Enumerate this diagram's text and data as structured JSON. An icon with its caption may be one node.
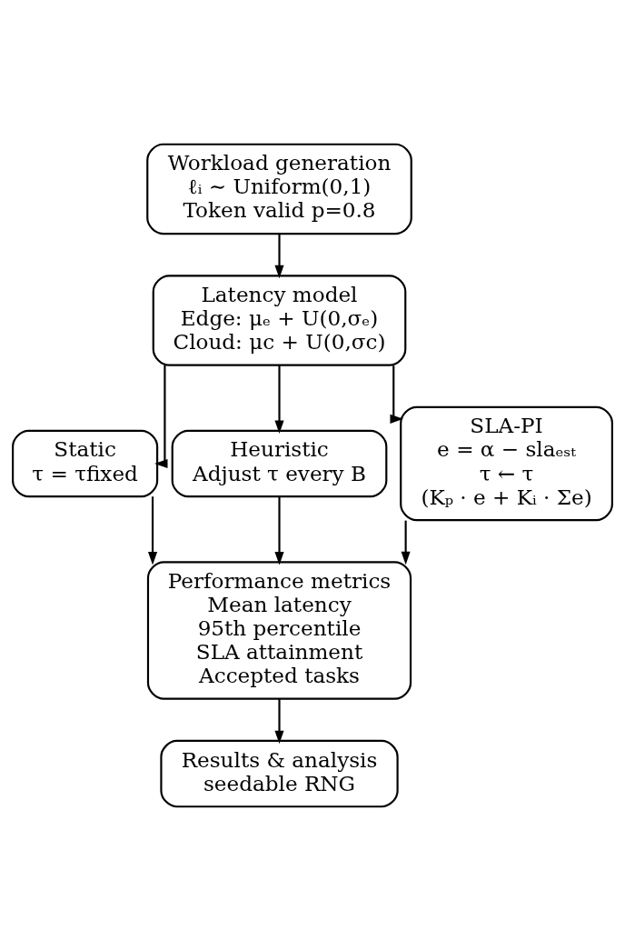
{
  "diagram": {
    "nodes": [
      {
        "text": [
          "Workload generation",
          "ℓᵢ ∼ Uniform(0,1)",
          "Token valid p=0.8"
        ]
      },
      {
        "text": [
          "Latency model",
          "Edge: μₑ + U(0,σₑ)",
          "Cloud: μc + U(0,σc)"
        ]
      },
      {
        "text": [
          "Static",
          "τ = τfixed"
        ]
      },
      {
        "text": [
          "Heuristic",
          "Adjust τ every B"
        ]
      },
      {
        "text": [
          "SLA-PI",
          "e = α − slaₑₛₜ",
          "τ ← τ",
          "(Kₚ · e + Kᵢ · Σe)"
        ]
      },
      {
        "text": [
          "Performance metrics",
          "Mean latency",
          "95th percentile",
          "SLA attainment",
          "Accepted tasks"
        ]
      },
      {
        "text": [
          "Results & analysis",
          "seedable RNG"
        ]
      }
    ],
    "edges": [
      {
        "from": 0,
        "to": 1,
        "arrow": "to"
      },
      {
        "from": 1,
        "to": 2,
        "arrow": "to"
      },
      {
        "from": 1,
        "to": 3,
        "arrow": "to"
      },
      {
        "from": 1,
        "to": 4,
        "arrow": "to"
      },
      {
        "from": 2,
        "to": 5,
        "arrow": "to"
      },
      {
        "from": 3,
        "to": 5,
        "arrow": "to"
      },
      {
        "from": 4,
        "to": 5,
        "arrow": "to"
      },
      {
        "from": 5,
        "to": 6,
        "arrow": "to"
      }
    ]
  }
}
